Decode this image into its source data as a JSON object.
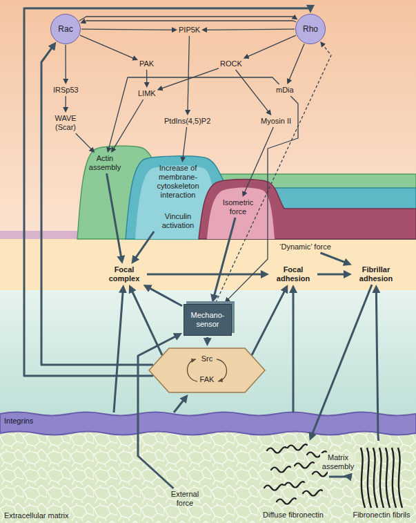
{
  "diagram": {
    "nodes": [
      {
        "text": [
          "Rac"
        ]
      },
      {
        "text": [
          "Rho"
        ]
      },
      {
        "text": [
          "PIP5K"
        ]
      },
      {
        "text": [
          "PAK"
        ]
      },
      {
        "text": [
          "ROCK"
        ]
      },
      {
        "text": [
          "IRSp53"
        ]
      },
      {
        "text": [
          "LIMK"
        ]
      },
      {
        "text": [
          "mDia"
        ]
      },
      {
        "text": [
          "WAVE (Scar)"
        ]
      },
      {
        "text": [
          "PtdIns(4,5)P2"
        ]
      },
      {
        "text": [
          "Myosin II"
        ]
      },
      {
        "text": [
          "Actin assembly"
        ]
      },
      {
        "text": [
          "Increase of membrane- cytoskeleton interaction",
          "Vinculin activation"
        ]
      },
      {
        "text": [
          "Isometric force"
        ]
      },
      {
        "text": [
          "‘Dynamic’ force"
        ]
      },
      {
        "text": [
          "Focal complex"
        ]
      },
      {
        "text": [
          "Focal adhesion"
        ]
      },
      {
        "text": [
          "Fibrillar adhesion"
        ]
      },
      {
        "text": [
          "Mechano- sensor"
        ]
      },
      {
        "text": [
          "Src",
          "FAK"
        ]
      },
      {
        "text": [
          "Integrins"
        ]
      },
      {
        "text": [
          "External force"
        ]
      },
      {
        "text": [
          "Diffuse fibronectin"
        ]
      },
      {
        "text": [
          "Fibronectin fibrils"
        ]
      }
    ],
    "edges": [
      {
        "from": 0,
        "to": 2,
        "arrow": "to"
      },
      {
        "from": 1,
        "to": 2,
        "arrow": "to"
      },
      {
        "from": 0,
        "to": 1,
        "arrow": "to"
      },
      {
        "from": 1,
        "to": 0,
        "arrow": "to"
      },
      {
        "from": 0,
        "to": 3,
        "arrow": "to"
      },
      {
        "from": 0,
        "to": 5,
        "arrow": "to"
      },
      {
        "from": 5,
        "to": 8,
        "arrow": "to"
      },
      {
        "from": 2,
        "to": 9,
        "arrow": "to"
      },
      {
        "from": 1,
        "to": 4,
        "arrow": "to"
      },
      {
        "from": 1,
        "to": 7,
        "arrow": "to"
      },
      {
        "from": 3,
        "to": 6,
        "arrow": "to"
      },
      {
        "from": 4,
        "to": 6,
        "arrow": "to"
      },
      {
        "from": 4,
        "to": 10,
        "arrow": "to"
      },
      {
        "from": 8,
        "to": 11,
        "arrow": "to"
      },
      {
        "from": 6,
        "to": 11,
        "arrow": "to"
      },
      {
        "from": 7,
        "to": 11,
        "arrow": "to"
      },
      {
        "from": 9,
        "to": 12,
        "arrow": "to"
      },
      {
        "from": 10,
        "to": 13,
        "arrow": "to"
      },
      {
        "from": 11,
        "to": 15,
        "arrow": "to"
      },
      {
        "from": 12,
        "to": 15,
        "arrow": "to"
      },
      {
        "from": 13,
        "to": 18,
        "arrow": "to"
      },
      {
        "from": 15,
        "to": 16,
        "arrow": "to"
      },
      {
        "from": 16,
        "to": 17,
        "arrow": "to"
      },
      {
        "from": 14,
        "to": 17,
        "arrow": "to"
      },
      {
        "from": 18,
        "to": 15,
        "arrow": "to"
      },
      {
        "from": 18,
        "to": 19,
        "arrow": "to"
      },
      {
        "from": 18,
        "to": 1,
        "arrow": "to"
      },
      {
        "from": 7,
        "to": 18,
        "arrow": "to"
      },
      {
        "from": 21,
        "to": 18,
        "arrow": "to"
      },
      {
        "from": 19,
        "to": 0,
        "arrow": "to"
      },
      {
        "from": 19,
        "to": 1,
        "arrow": "to"
      },
      {
        "from": 19,
        "to": 15,
        "arrow": "to"
      },
      {
        "from": 19,
        "to": 16,
        "arrow": "to"
      },
      {
        "from": 20,
        "to": 15,
        "arrow": "to"
      },
      {
        "from": 20,
        "to": 16,
        "arrow": "to"
      },
      {
        "from": 20,
        "to": 19,
        "arrow": "to"
      },
      {
        "from": 17,
        "to": 22,
        "arrow": "to"
      },
      {
        "from": 22,
        "to": 23,
        "label": "Matrix assembly",
        "arrow": "to"
      },
      {
        "from": 23,
        "to": 17,
        "arrow": "to"
      }
    ],
    "labels": [
      "Extracellular matrix"
    ]
  }
}
